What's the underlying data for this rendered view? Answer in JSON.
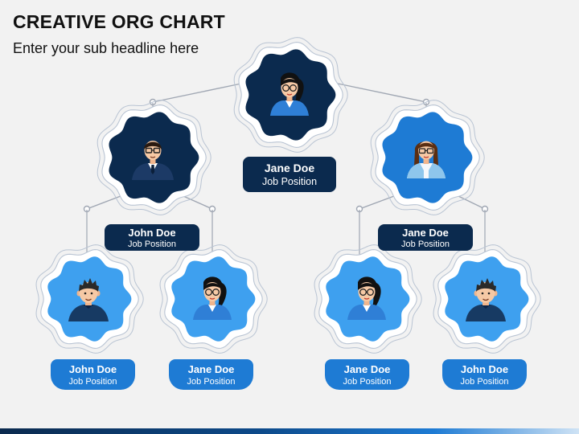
{
  "header": {
    "title": "CREATIVE ORG CHART",
    "subtitle": "Enter your sub headline here"
  },
  "colors": {
    "dark_navy": "#0b2a4e",
    "medium_blue": "#1e7bd4",
    "light_blue": "#3ea0ef",
    "ring": "#b9c4d3",
    "connector": "#a0a7b3"
  },
  "nodes": [
    {
      "id": "top",
      "name": "Jane Doe",
      "position": "Job Position",
      "avatar": "woman-ponytail-icon",
      "level": 0
    },
    {
      "id": "left",
      "name": "John Doe",
      "position": "Job Position",
      "avatar": "man-suit-glasses-icon",
      "level": 1
    },
    {
      "id": "right",
      "name": "Jane Doe",
      "position": "Job Position",
      "avatar": "woman-glasses-icon",
      "level": 1
    },
    {
      "id": "ll",
      "name": "John Doe",
      "position": "Job Position",
      "avatar": "man-spiky-hair-icon",
      "level": 2
    },
    {
      "id": "lr",
      "name": "Jane Doe",
      "position": "Job Position",
      "avatar": "woman-ponytail-icon",
      "level": 2
    },
    {
      "id": "rl",
      "name": "Jane Doe",
      "position": "Job Position",
      "avatar": "woman-ponytail-icon",
      "level": 2
    },
    {
      "id": "rr",
      "name": "John Doe",
      "position": "Job Position",
      "avatar": "man-spiky-hair-icon",
      "level": 2
    }
  ]
}
